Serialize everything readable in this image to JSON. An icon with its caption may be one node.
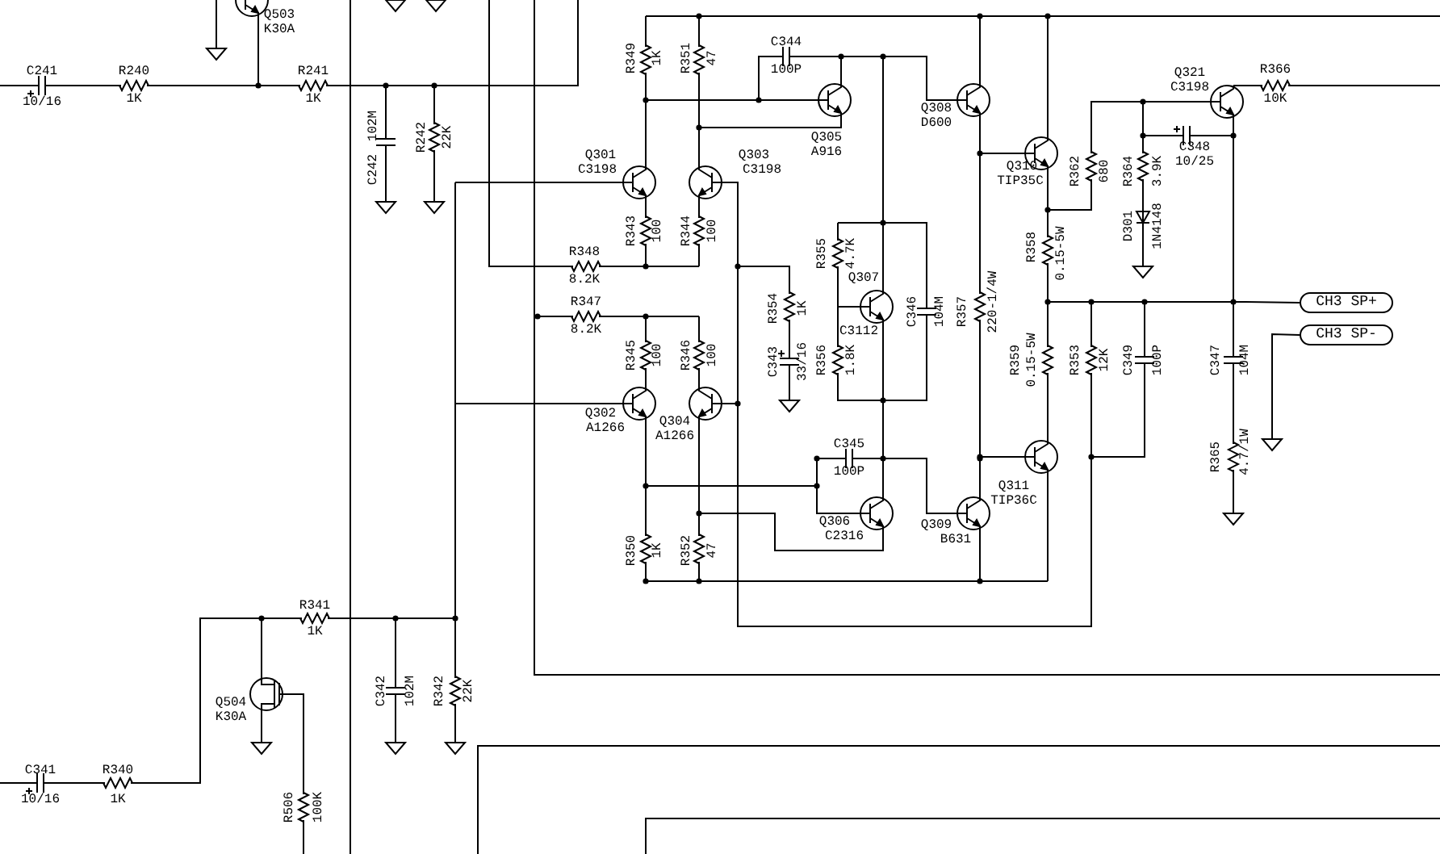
{
  "diagram": {
    "nodes": [
      {
        "text": [
          "CH3 SP+"
        ]
      },
      {
        "text": [
          "CH3 SP-"
        ]
      }
    ],
    "edges": [
      {
        "from": null,
        "to": 0,
        "arrow": "none"
      },
      {
        "from": null,
        "to": 1,
        "arrow": "none"
      }
    ],
    "labels": [
      "Q503",
      "K30A",
      "C241",
      "10/16",
      "R240",
      "1K",
      "R241",
      "1K",
      "102M",
      "C242",
      "R242",
      "22K",
      "R349",
      "1K",
      "R351",
      "47",
      "C344",
      "100P",
      "Q308",
      "D600",
      "Q305",
      "Q301",
      "Q303",
      "A916",
      "C3198",
      "C3198",
      "R343",
      "100",
      "R344",
      "100",
      "R355",
      "4.7K",
      "R348",
      "8.2K",
      "Q307",
      "R347",
      "8.2K",
      "R354",
      "1K",
      "C346",
      "104M",
      "R357",
      "220-1/4W",
      "C3112",
      "R345",
      "100",
      "R346",
      "100",
      "C343",
      "33/16",
      "R356",
      "1.8K",
      "Q302",
      "A1266",
      "Q304",
      "A1266",
      "C345",
      "100P",
      "Q306",
      "C2316",
      "Q309",
      "B631",
      "Q311",
      "TIP36C",
      "R350",
      "1K",
      "R352",
      "47",
      "Q321",
      "C3198",
      "R366",
      "10K",
      "C348",
      "10/25",
      "Q310",
      "TIP35C",
      "R362",
      "680",
      "R364",
      "3.9K",
      "D301",
      "1N4148",
      "R358",
      "0.15-5W",
      "R359",
      "0.15-5W",
      "R353",
      "12K",
      "C349",
      "100P",
      "C347",
      "104M",
      "R365",
      "4.7/1W",
      "R341",
      "1K",
      "Q504",
      "K30A",
      "C342",
      "102M",
      "R342",
      "22K",
      "C341",
      "10/16",
      "R340",
      "1K",
      "R506",
      "100K"
    ]
  }
}
